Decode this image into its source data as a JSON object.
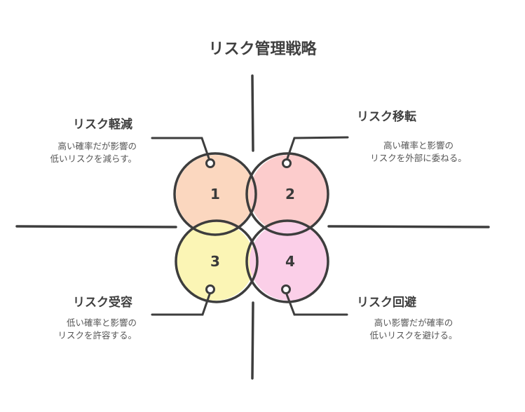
{
  "title": "リスク管理戦略",
  "quadrants": [
    {
      "number": "1",
      "heading": "リスク軽減",
      "desc_lines": [
        "高い確率だが影響の",
        "低いリスクを減らす。"
      ],
      "color": "#fbd7bf"
    },
    {
      "number": "2",
      "heading": "リスク移転",
      "desc_lines": [
        "高い確率と影響の",
        "リスクを外部に委ねる。"
      ],
      "color": "#fccccc"
    },
    {
      "number": "3",
      "heading": "リスク受容",
      "desc_lines": [
        "低い確率と影響の",
        "リスクを許容する。"
      ],
      "color": "#fbf5b5"
    },
    {
      "number": "4",
      "heading": "リスク回避",
      "desc_lines": [
        "高い影響だが確率の",
        "低いリスクを避ける。"
      ],
      "color": "#fbcfe8"
    }
  ],
  "colors": {
    "stroke": "#3d3d3d",
    "text": "#404040"
  }
}
